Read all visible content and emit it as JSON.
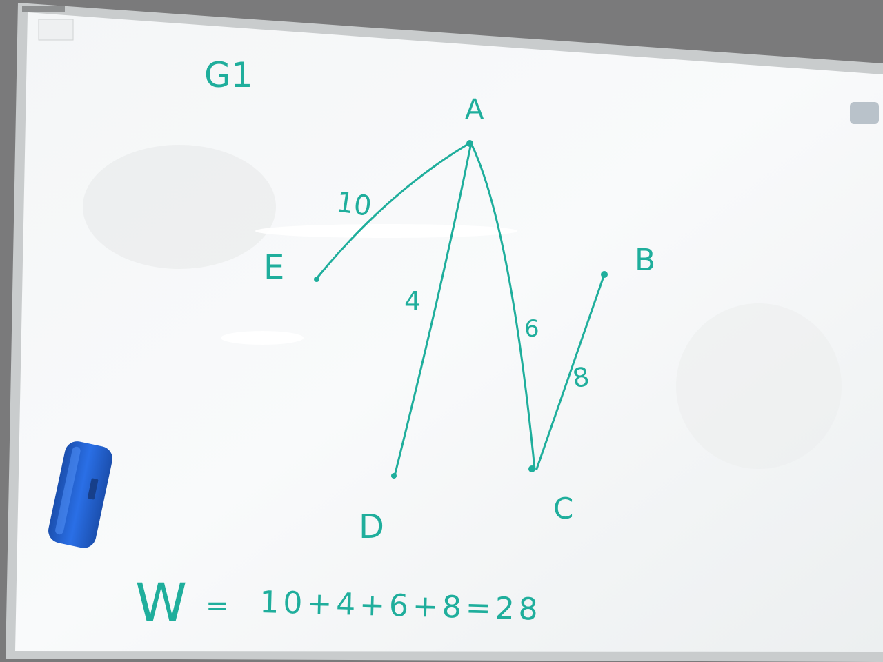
{
  "whiteboard": {
    "title": "G1",
    "marker_color": "#1fae9c",
    "vertices": {
      "A": "A",
      "B": "B",
      "C": "C",
      "D": "D",
      "E": "E"
    },
    "edge_weights": {
      "AE": "10",
      "AD": "4",
      "AC": "6",
      "CB": "8"
    },
    "formula": {
      "lhs": "W",
      "eq": "=",
      "rhs": "10+4+6+8=28"
    }
  },
  "eraser": {
    "color": "#1f5fd0"
  }
}
